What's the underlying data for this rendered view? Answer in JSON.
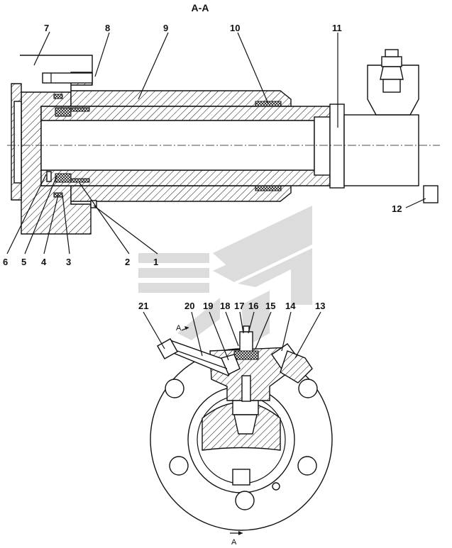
{
  "section_title": "A-A",
  "view_marker_top": "A",
  "view_marker_bottom": "A",
  "part_labels": {
    "p1": "1",
    "p2": "2",
    "p3": "3",
    "p4": "4",
    "p5": "5",
    "p6": "6",
    "p7": "7",
    "p8": "8",
    "p9": "9",
    "p10": "10",
    "p11": "11",
    "p12": "12",
    "p13": "13",
    "p14": "14",
    "p15": "15",
    "p16": "16",
    "p17": "17",
    "p18": "18",
    "p19": "19",
    "p20": "20",
    "p21": "21"
  },
  "colors": {
    "line": "#111111",
    "watermark": "#d9d9d9"
  }
}
